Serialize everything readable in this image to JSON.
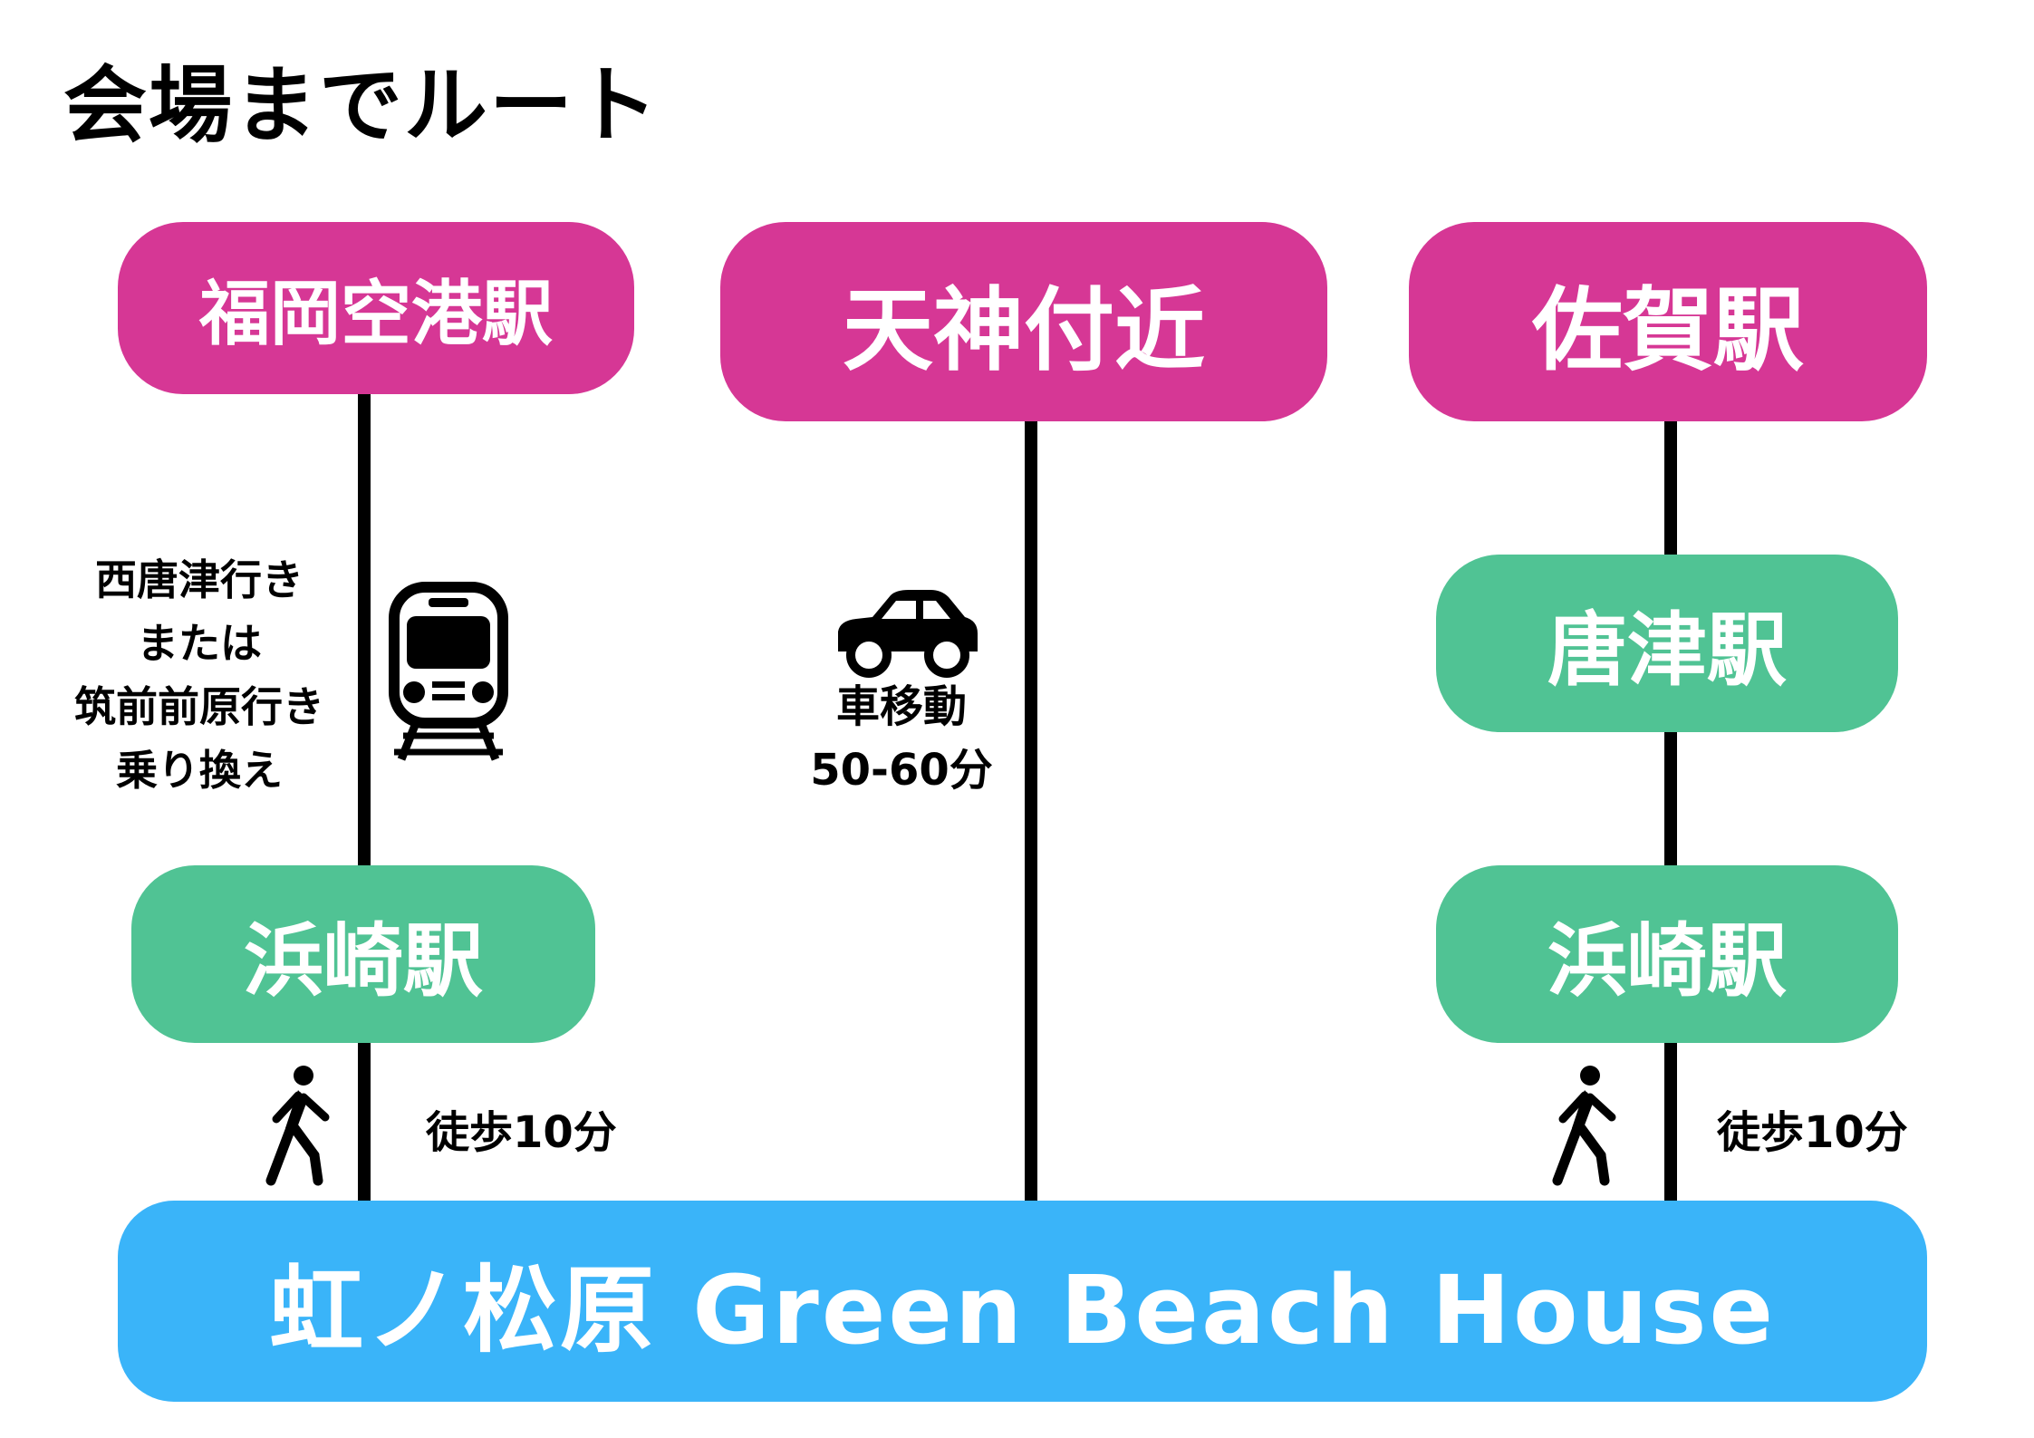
{
  "title": "会場までルート",
  "routes": {
    "left": {
      "start": "福岡空港駅",
      "transfer_note": [
        "西唐津行き",
        "または",
        "筑前前原行き",
        "乗り換え"
      ],
      "transport_icon": "train-icon",
      "stop": "浜崎駅",
      "walk_icon": "walking-person-icon",
      "walk_note": "徒歩10分"
    },
    "center": {
      "start": "天神付近",
      "transport_icon": "car-icon",
      "car_note_line1": "車移動",
      "car_note_line2": "50-60分"
    },
    "right": {
      "start": "佐賀駅",
      "stop1": "唐津駅",
      "stop2": "浜崎駅",
      "walk_icon": "walking-person-icon",
      "walk_note": "徒歩10分"
    }
  },
  "destination": "虹ノ松原 Green Beach House",
  "colors": {
    "origin": "#d63795",
    "station": "#50c394",
    "destination": "#3ab4f9"
  }
}
